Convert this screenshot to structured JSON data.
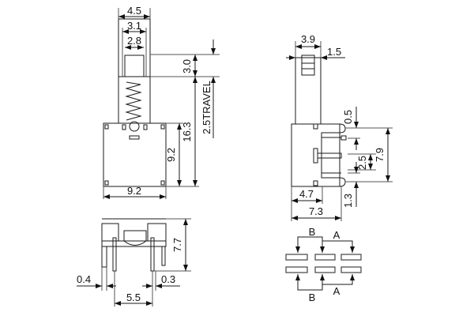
{
  "front_view": {
    "plunger_width": "4.5",
    "inner_width": "3.1",
    "tip_width": "2.8",
    "tip_height": "3.0",
    "travel": "2.5TRAVEL",
    "total_height": "16.3",
    "body_height": "9.2",
    "body_width": "9.2"
  },
  "side_view": {
    "plunger_depth": "3.9",
    "offset": "1.5",
    "pin_offset_top": "0.5",
    "pin_pitch": "2.5",
    "pin_span": "7.9",
    "pin_offset_bottom": "1.3",
    "depth_partial": "4.7",
    "depth_total": "7.3"
  },
  "bottom_view": {
    "height": "7.7",
    "pin_left": "0.4",
    "pin_right": "0.3",
    "pin_spacing": "5.5"
  },
  "schematic": {
    "top_label_b": "B",
    "top_label_a": "A",
    "bottom_label_b": "B",
    "bottom_label_a": "A"
  },
  "colors": {
    "line": "#1a1a1a",
    "background": "#ffffff"
  }
}
